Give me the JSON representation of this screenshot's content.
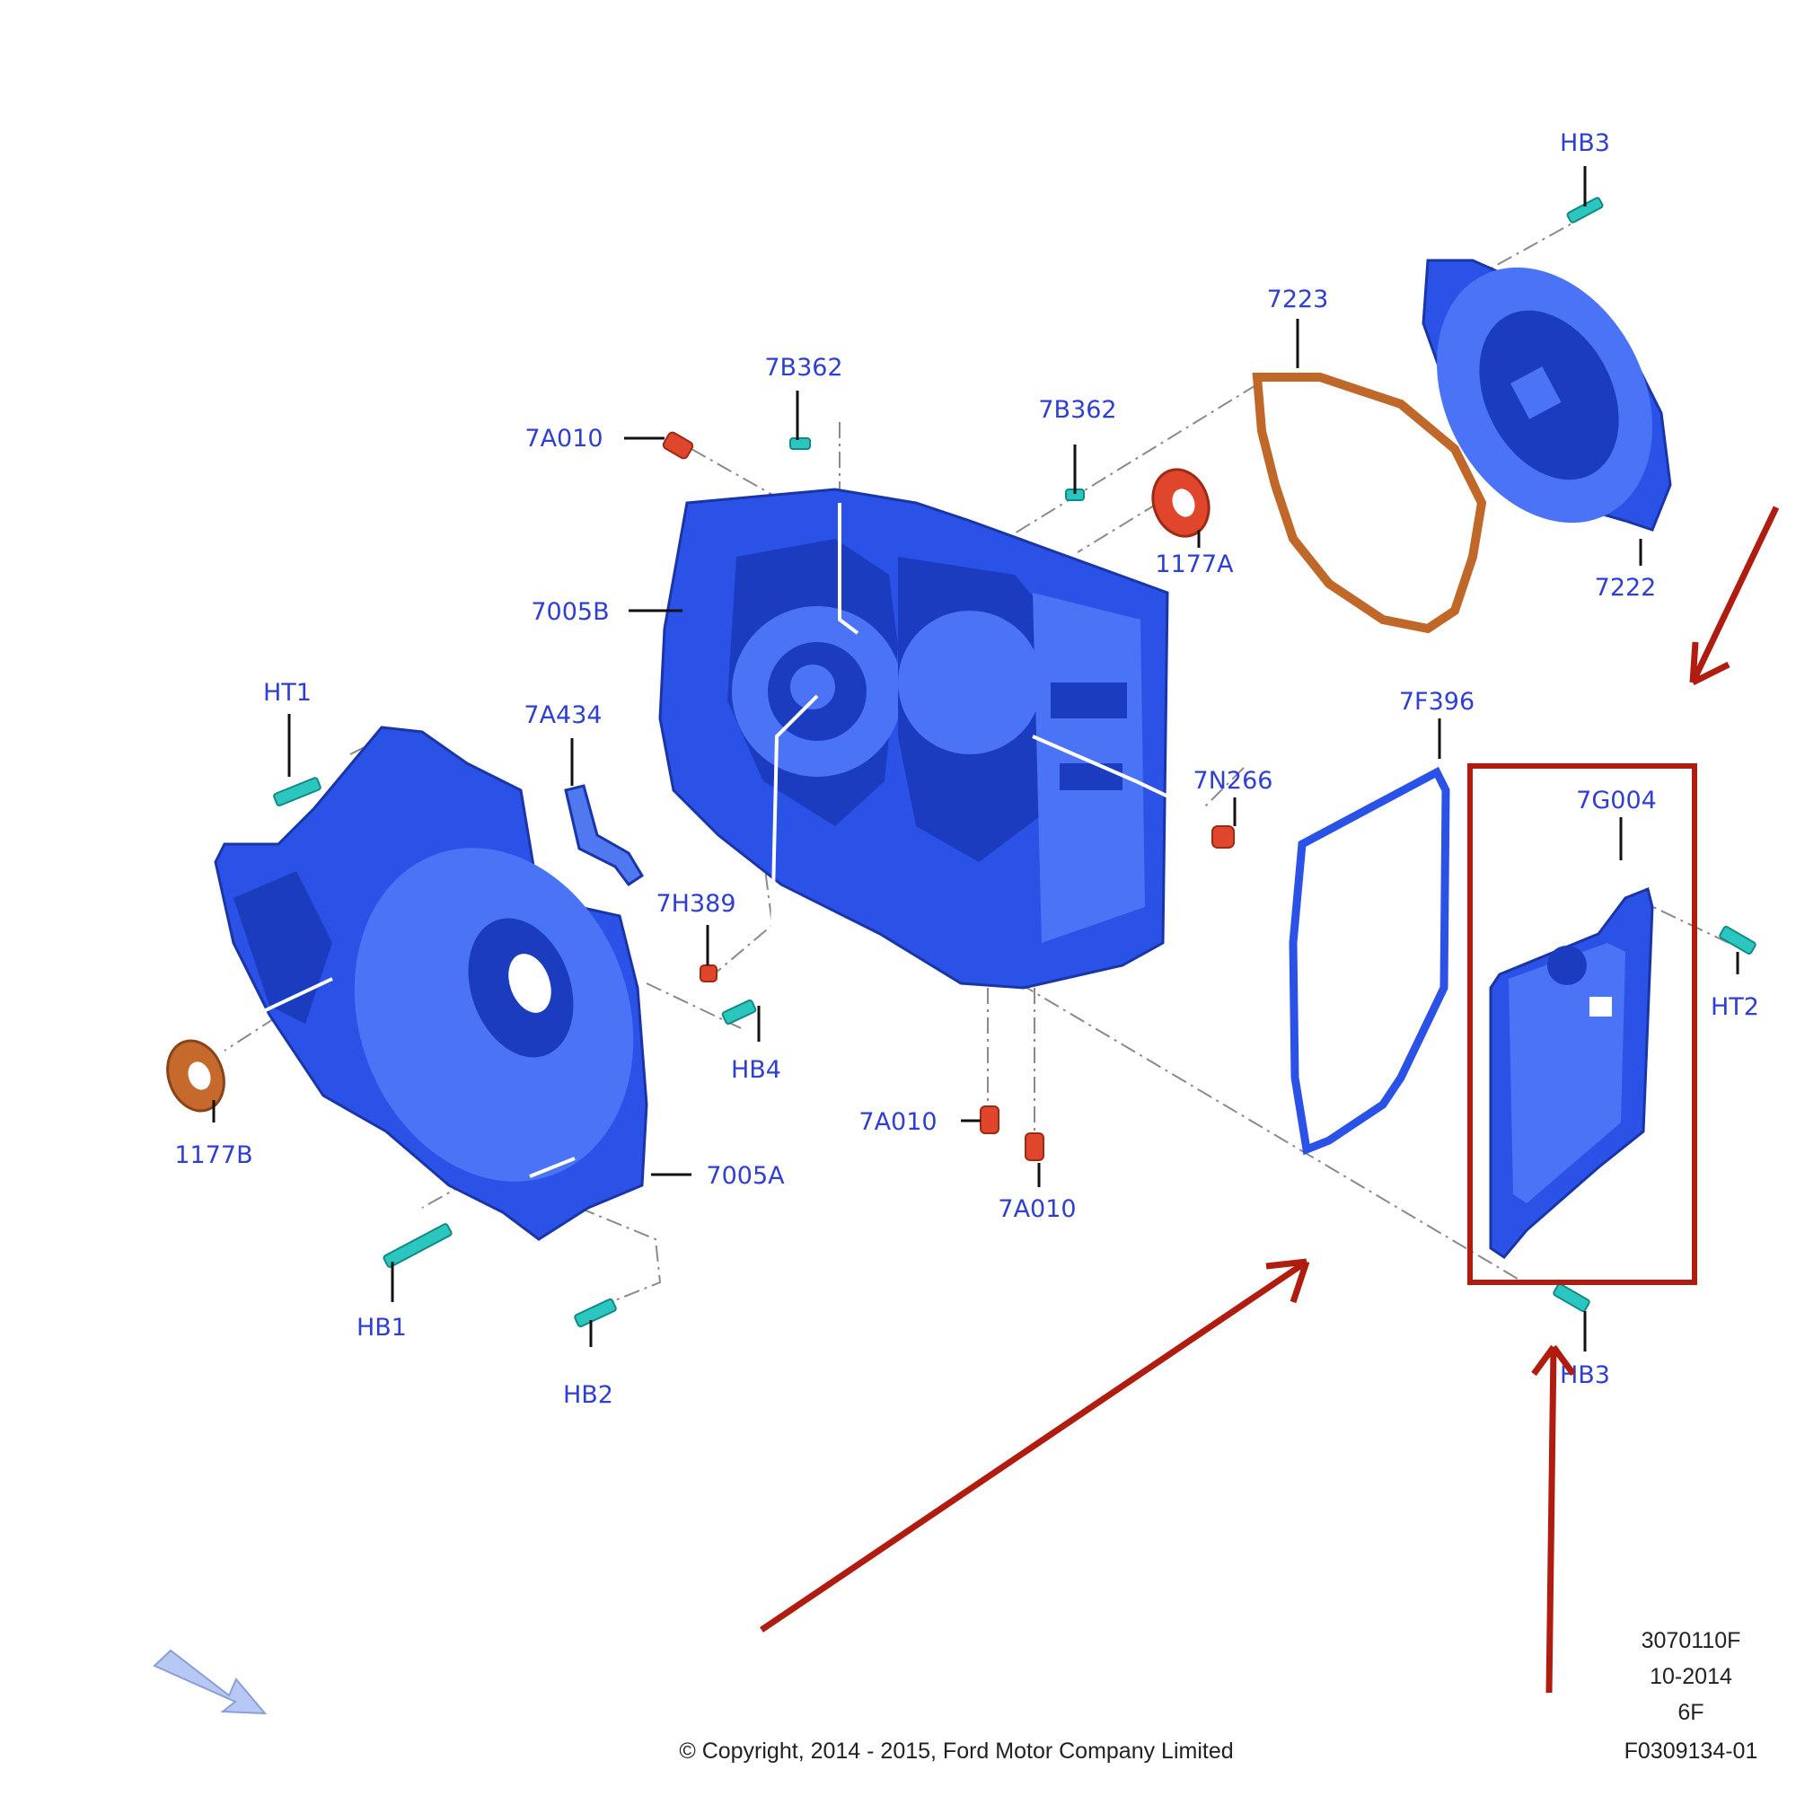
{
  "diagram": {
    "callouts": [
      {
        "id": "hb3-top",
        "text": "HB3"
      },
      {
        "id": "7223",
        "text": "7223"
      },
      {
        "id": "7b362-left",
        "text": "7B362"
      },
      {
        "id": "7b362-right",
        "text": "7B362"
      },
      {
        "id": "7a010-top",
        "text": "7A010"
      },
      {
        "id": "1177a",
        "text": "1177A"
      },
      {
        "id": "7222",
        "text": "7222"
      },
      {
        "id": "7005b",
        "text": "7005B"
      },
      {
        "id": "ht1",
        "text": "HT1"
      },
      {
        "id": "7a434",
        "text": "7A434"
      },
      {
        "id": "7f396",
        "text": "7F396"
      },
      {
        "id": "7n266",
        "text": "7N266"
      },
      {
        "id": "7g004",
        "text": "7G004"
      },
      {
        "id": "7h389",
        "text": "7H389"
      },
      {
        "id": "ht2",
        "text": "HT2"
      },
      {
        "id": "hb4",
        "text": "HB4"
      },
      {
        "id": "7a010-mid",
        "text": "7A010"
      },
      {
        "id": "1177b",
        "text": "1177B"
      },
      {
        "id": "7005a",
        "text": "7005A"
      },
      {
        "id": "7a010-bottom",
        "text": "7A010"
      },
      {
        "id": "hb1",
        "text": "HB1"
      },
      {
        "id": "hb2",
        "text": "HB2"
      },
      {
        "id": "hb3-bottom",
        "text": "HB3"
      }
    ],
    "meta": {
      "line1": "3070110F",
      "line2": "10-2014",
      "line3": "6F",
      "line4": "F0309134-01"
    },
    "copyright": "© Copyright, 2014 - 2015, Ford Motor Company Limited",
    "colors": {
      "callout_text": "#2f3fd0",
      "part_blue": "#2a52e6",
      "gasket_orange": "#c0672a",
      "seal_red": "#e0462c",
      "bolt_cyan": "#2cc6c0",
      "annotation_red": "#b01c10"
    },
    "icons": {
      "direction": "view-direction-arrow-icon"
    }
  }
}
